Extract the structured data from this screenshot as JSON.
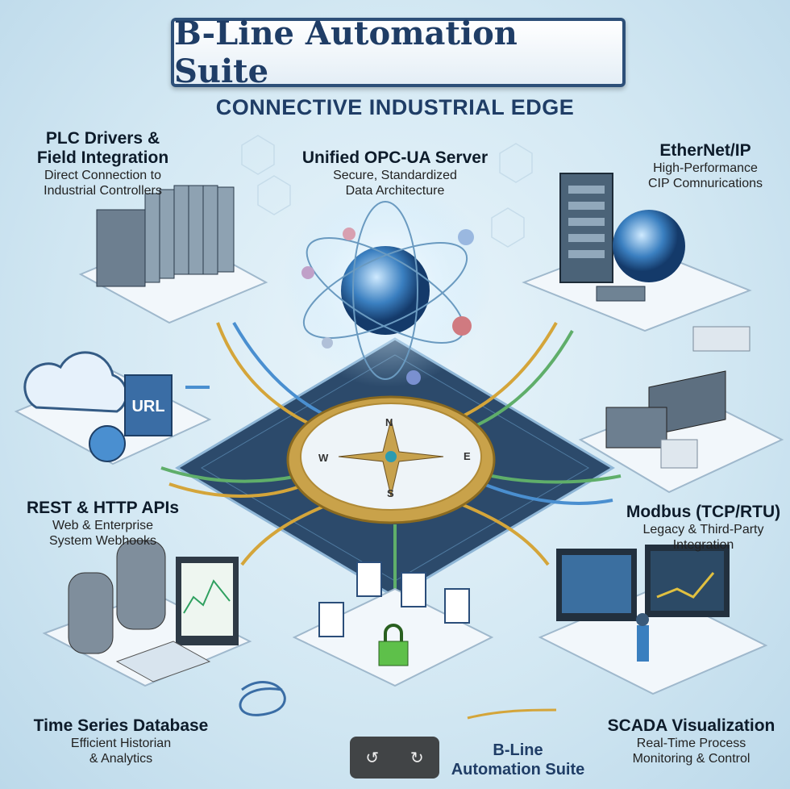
{
  "header": {
    "title": "B-Line Automation Suite",
    "subtitle": "CONNECTIVE INDUSTRIAL EDGE"
  },
  "sections": {
    "plc": {
      "title_line1": "PLC Drivers &",
      "title_line2": "Field Integration",
      "desc_line1": "Direct Connection to",
      "desc_line2": "Industrial Controllers"
    },
    "opcua": {
      "title": "Unified OPC-UA Server",
      "desc_line1": "Secure, Standardized",
      "desc_line2": "Data Architecture"
    },
    "ethernetip": {
      "title": "EtherNet/IP",
      "desc_line1": "High-Performance",
      "desc_line2": "CIP Comnurications"
    },
    "rest": {
      "title": "REST & HTTP APIs",
      "desc_line1": "Web & Enterprise",
      "desc_line2": "System Webhooks",
      "url_badge": "URL"
    },
    "modbus": {
      "title": "Modbus (TCP/RTU)",
      "desc_line1": "Legacy & Third-Party",
      "desc_line2": "Integration"
    },
    "tsdb": {
      "title": "Time Series Database",
      "desc_line1": "Efficient Historian",
      "desc_line2": "& Analytics"
    },
    "scada": {
      "title": "SCADA Visualization",
      "desc_line1": "Real-Time Process",
      "desc_line2": "Monitoring & Control"
    }
  },
  "compass": {
    "n": "N",
    "s": "S",
    "e": "E",
    "w": "W"
  },
  "footer": {
    "line1": "B-Line",
    "line2": "Automation Suite"
  },
  "controls": {
    "rotate_left_icon": "↺",
    "rotate_right_icon": "↻"
  },
  "colors": {
    "navy": "#1f3d66",
    "platform": "#2c4a6b",
    "cable_gold": "#d4a53a",
    "cable_green": "#5fae6a",
    "cable_blue": "#4a8fd0"
  }
}
